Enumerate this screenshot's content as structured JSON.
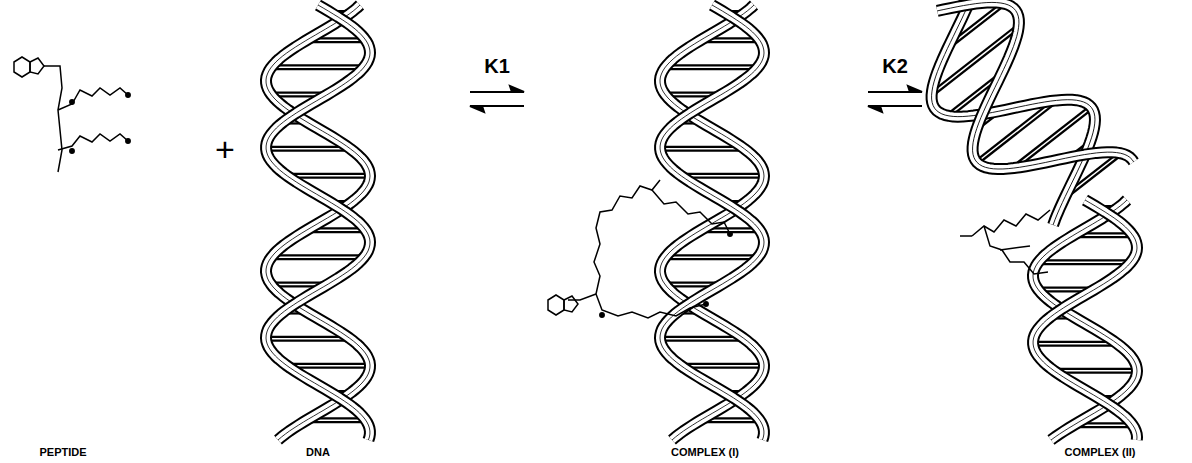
{
  "diagram": {
    "labels": [
      "+",
      "K1",
      "K2",
      "PEPTIDE",
      "DNA",
      "COMPLEX (I)",
      "COMPLEX (II)"
    ]
  }
}
